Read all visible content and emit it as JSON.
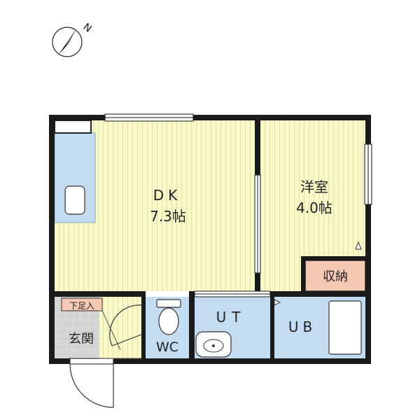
{
  "compass": {
    "label": "N"
  },
  "rooms": {
    "dk": {
      "name": "DK",
      "size": "7.3帖"
    },
    "western": {
      "name": "洋室",
      "size": "4.0帖"
    },
    "storage": {
      "name": "収納"
    },
    "ut": {
      "name": "UT"
    },
    "ub": {
      "name": "UB"
    },
    "wc": {
      "name": "WC"
    },
    "entrance": {
      "name": "玄関"
    },
    "shoe_box": {
      "name": "下足入"
    }
  },
  "colors": {
    "wall": "#1a1a1a",
    "floor_wood": "#fafac8",
    "floor_stripe": "#d9d9a8",
    "water_area": "#c4dcf2",
    "storage": "#f6c9b5",
    "entrance": "#d0d0d0",
    "fixture": "#ffffff"
  }
}
